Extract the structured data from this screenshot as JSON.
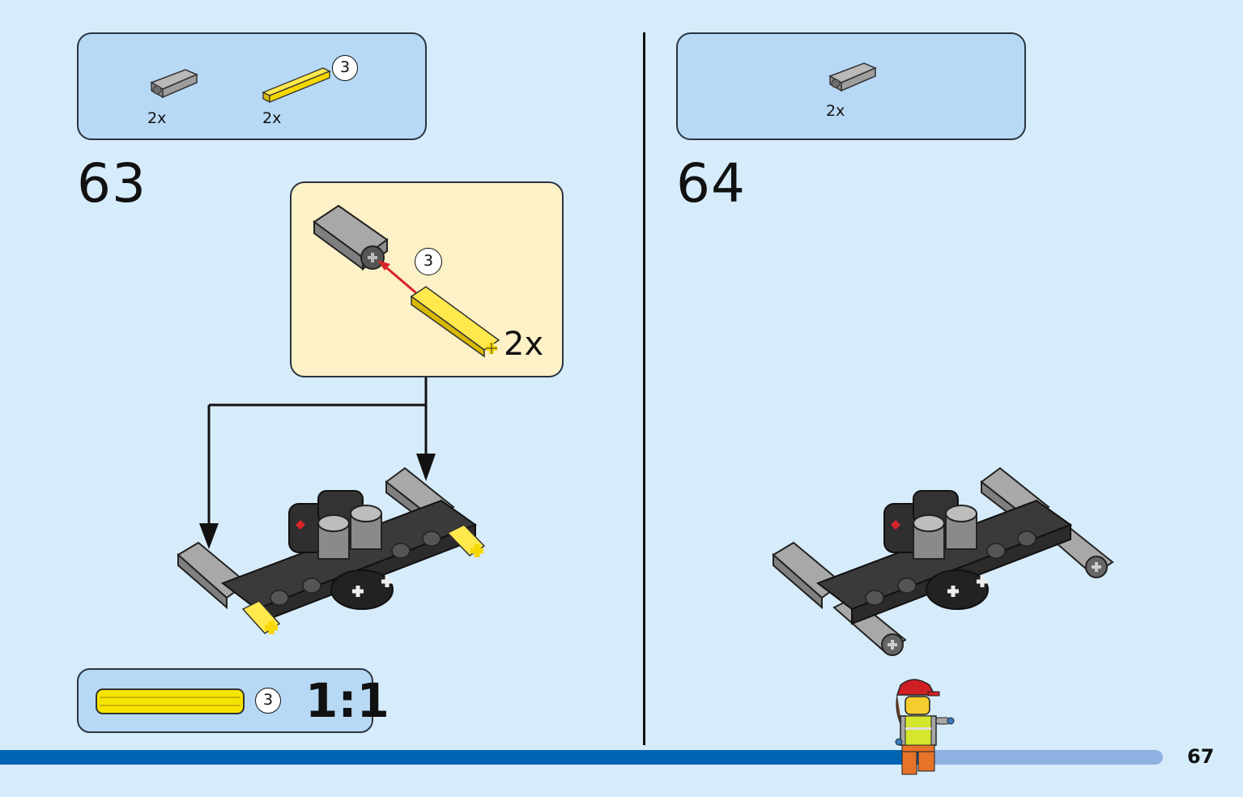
{
  "step63": {
    "number": "63",
    "parts": [
      {
        "name": "grey-axle-connector",
        "qty": "2x"
      },
      {
        "name": "yellow-axle-3",
        "qty": "2x",
        "length_badge": "3"
      }
    ],
    "callout": {
      "qty": "2x",
      "length_badge": "3"
    },
    "scale_guide": {
      "length_badge": "3",
      "scale": "1:1"
    }
  },
  "step64": {
    "number": "64",
    "parts": [
      {
        "name": "grey-axle-connector",
        "qty": "2x"
      }
    ]
  },
  "page_number": "67",
  "colors": {
    "background": "#d7ecfb",
    "parts_box": "#b7d9f6",
    "callout_box": "#fdf1c7",
    "bar_dark": "#0064b3",
    "bar_light": "#8fb1e2",
    "axle_yellow": "#f6d800",
    "connector_grey": "#9a9a9a",
    "beam_black": "#2b2b2b",
    "arrow_red": "#d8232a"
  }
}
